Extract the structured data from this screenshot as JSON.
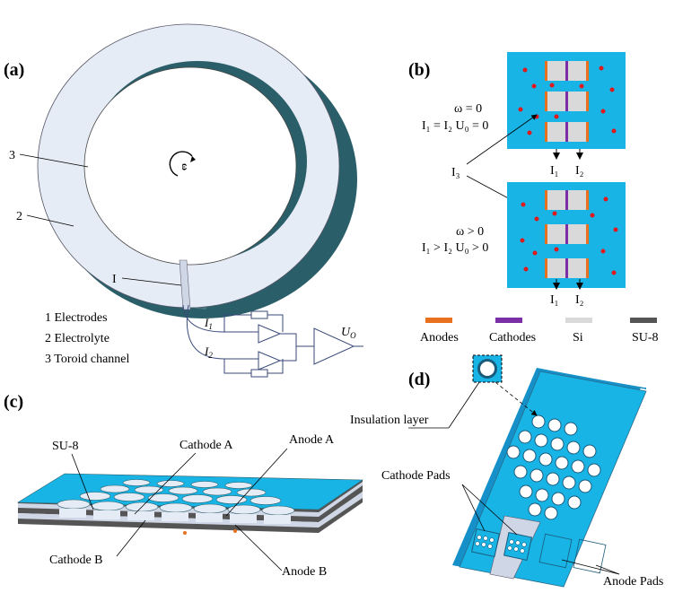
{
  "panel_labels": {
    "a": "(a)",
    "b": "(b)",
    "c": "(c)",
    "d": "(d)"
  },
  "panel_a": {
    "callout_3": "3",
    "callout_2": "2",
    "callout_1": "I",
    "omega_symbol": "ω",
    "legend": [
      "1 Electrodes",
      "2 Electrolyte",
      "3 Toroid channel"
    ],
    "circuit": {
      "i1": "I",
      "i1_sub": "1",
      "i2": "I",
      "i2_sub": "2",
      "out": "U",
      "out_sub": "O"
    }
  },
  "panel_b": {
    "top_line1": "ω = 0",
    "top_line2": "I₁ = I₂  U₀ = 0",
    "bottom_line1": "ω > 0",
    "bottom_line2": "I₁ > I₂  U₀ > 0",
    "i3_label": "I₃",
    "top_i1": "I₁",
    "top_i2": "I₂",
    "bottom_i1": "I₁",
    "bottom_i2": "I₂",
    "legend": [
      {
        "label": "Anodes",
        "color": "#e8701e"
      },
      {
        "label": "Cathodes",
        "color": "#7b2fa6"
      },
      {
        "label": "Si",
        "color": "#d9d9d9"
      },
      {
        "label": "SU-8",
        "color": "#555555"
      }
    ]
  },
  "panel_c": {
    "su8": "SU-8",
    "cathode_a": "Cathode A",
    "anode_a": "Anode A",
    "cathode_b": "Cathode B",
    "anode_b": "Anode B"
  },
  "panel_d": {
    "insulation": "Insulation layer",
    "cathode_pads": "Cathode Pads",
    "anode_pads": "Anode Pads"
  },
  "colors": {
    "cyan": "#18b4e6",
    "teal_dark": "#2a5f6a",
    "ring_face": "#e6ecf6",
    "anode": "#e8701e",
    "cathode": "#7b2fa6",
    "si": "#d9d9d9",
    "ion": "#e0191c"
  }
}
